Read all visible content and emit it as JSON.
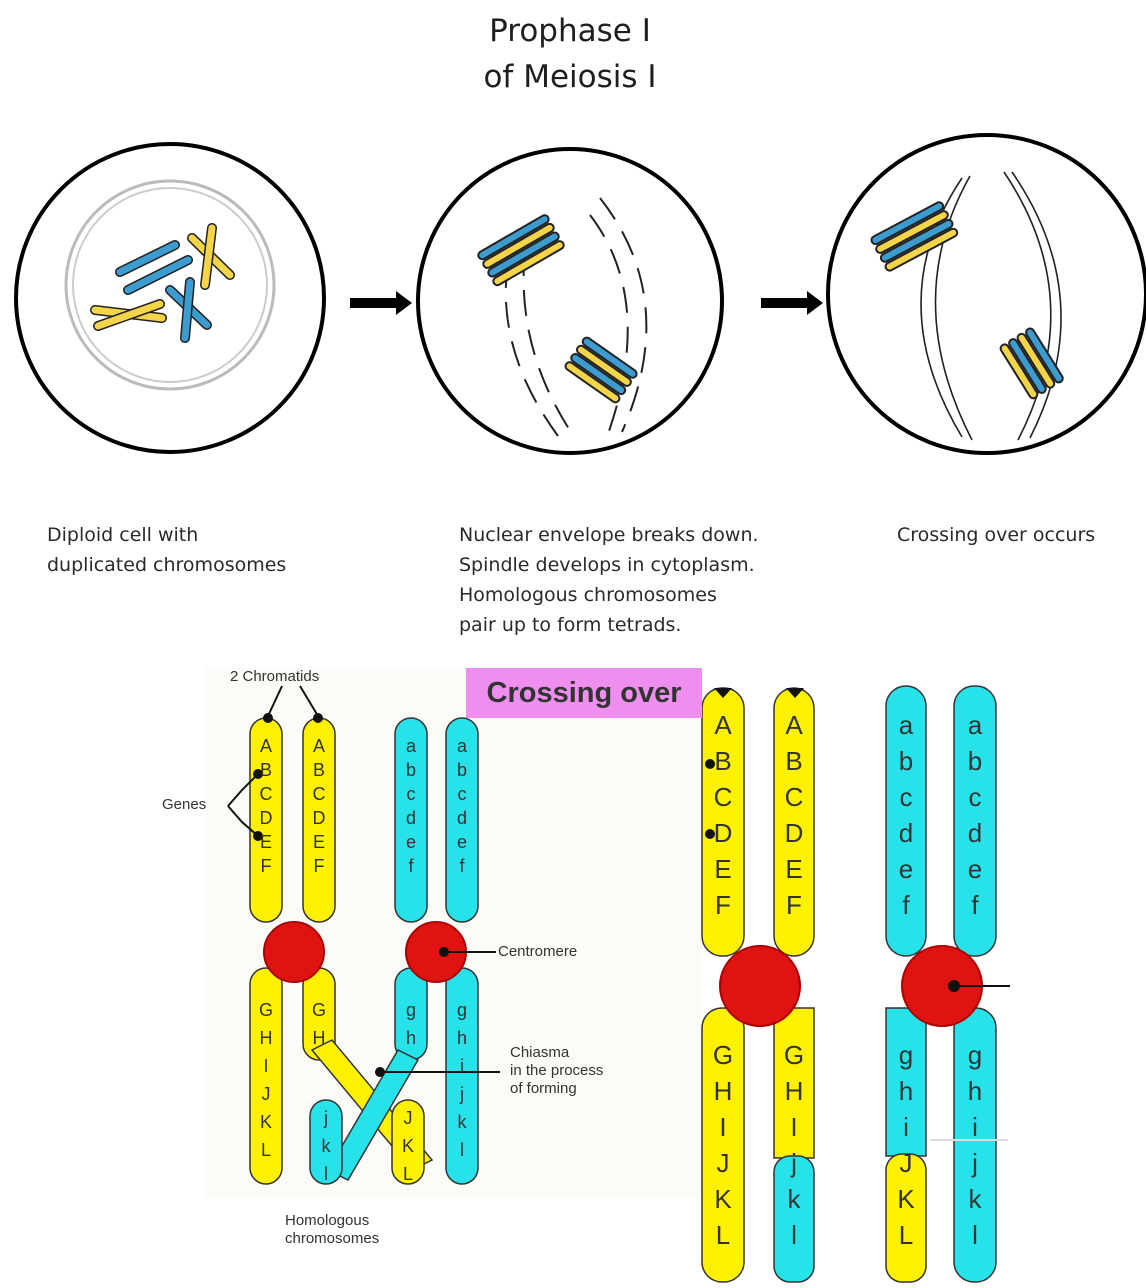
{
  "title": {
    "line1": "Prophase I",
    "line2": "of Meiosis I"
  },
  "stages": [
    {
      "caption_lines": [
        "Diploid cell with",
        "duplicated chromosomes"
      ]
    },
    {
      "caption_lines": [
        "Nuclear envelope breaks down.",
        "Spindle develops in cytoplasm.",
        "Homologous chromosomes",
        "pair up to form tetrads."
      ]
    },
    {
      "caption_lines": [
        "Crossing over occurs"
      ]
    }
  ],
  "crossing": {
    "badge": "Crossing over",
    "label_chromatids": "2 Chromatids",
    "label_genes": "Genes",
    "label_centromere": "Centromere",
    "label_chiasma": [
      "Chiasma",
      "in the process",
      "of forming"
    ],
    "label_homologous": [
      "Homologous",
      "chromosomes"
    ]
  },
  "genes": {
    "upper_caps": [
      "A",
      "B",
      "C",
      "D",
      "E",
      "F"
    ],
    "upper_lower": [
      "a",
      "b",
      "c",
      "d",
      "e",
      "f"
    ],
    "lower_caps": [
      "G",
      "H",
      "I",
      "J",
      "K",
      "L"
    ],
    "lower_lower": [
      "g",
      "h",
      "i",
      "j",
      "k",
      "l"
    ]
  },
  "colors": {
    "yellow": "#fff100",
    "cyan": "#27e2e8",
    "blue": "#3c9cd0",
    "gold": "#f4d54a",
    "red": "#e01313"
  }
}
